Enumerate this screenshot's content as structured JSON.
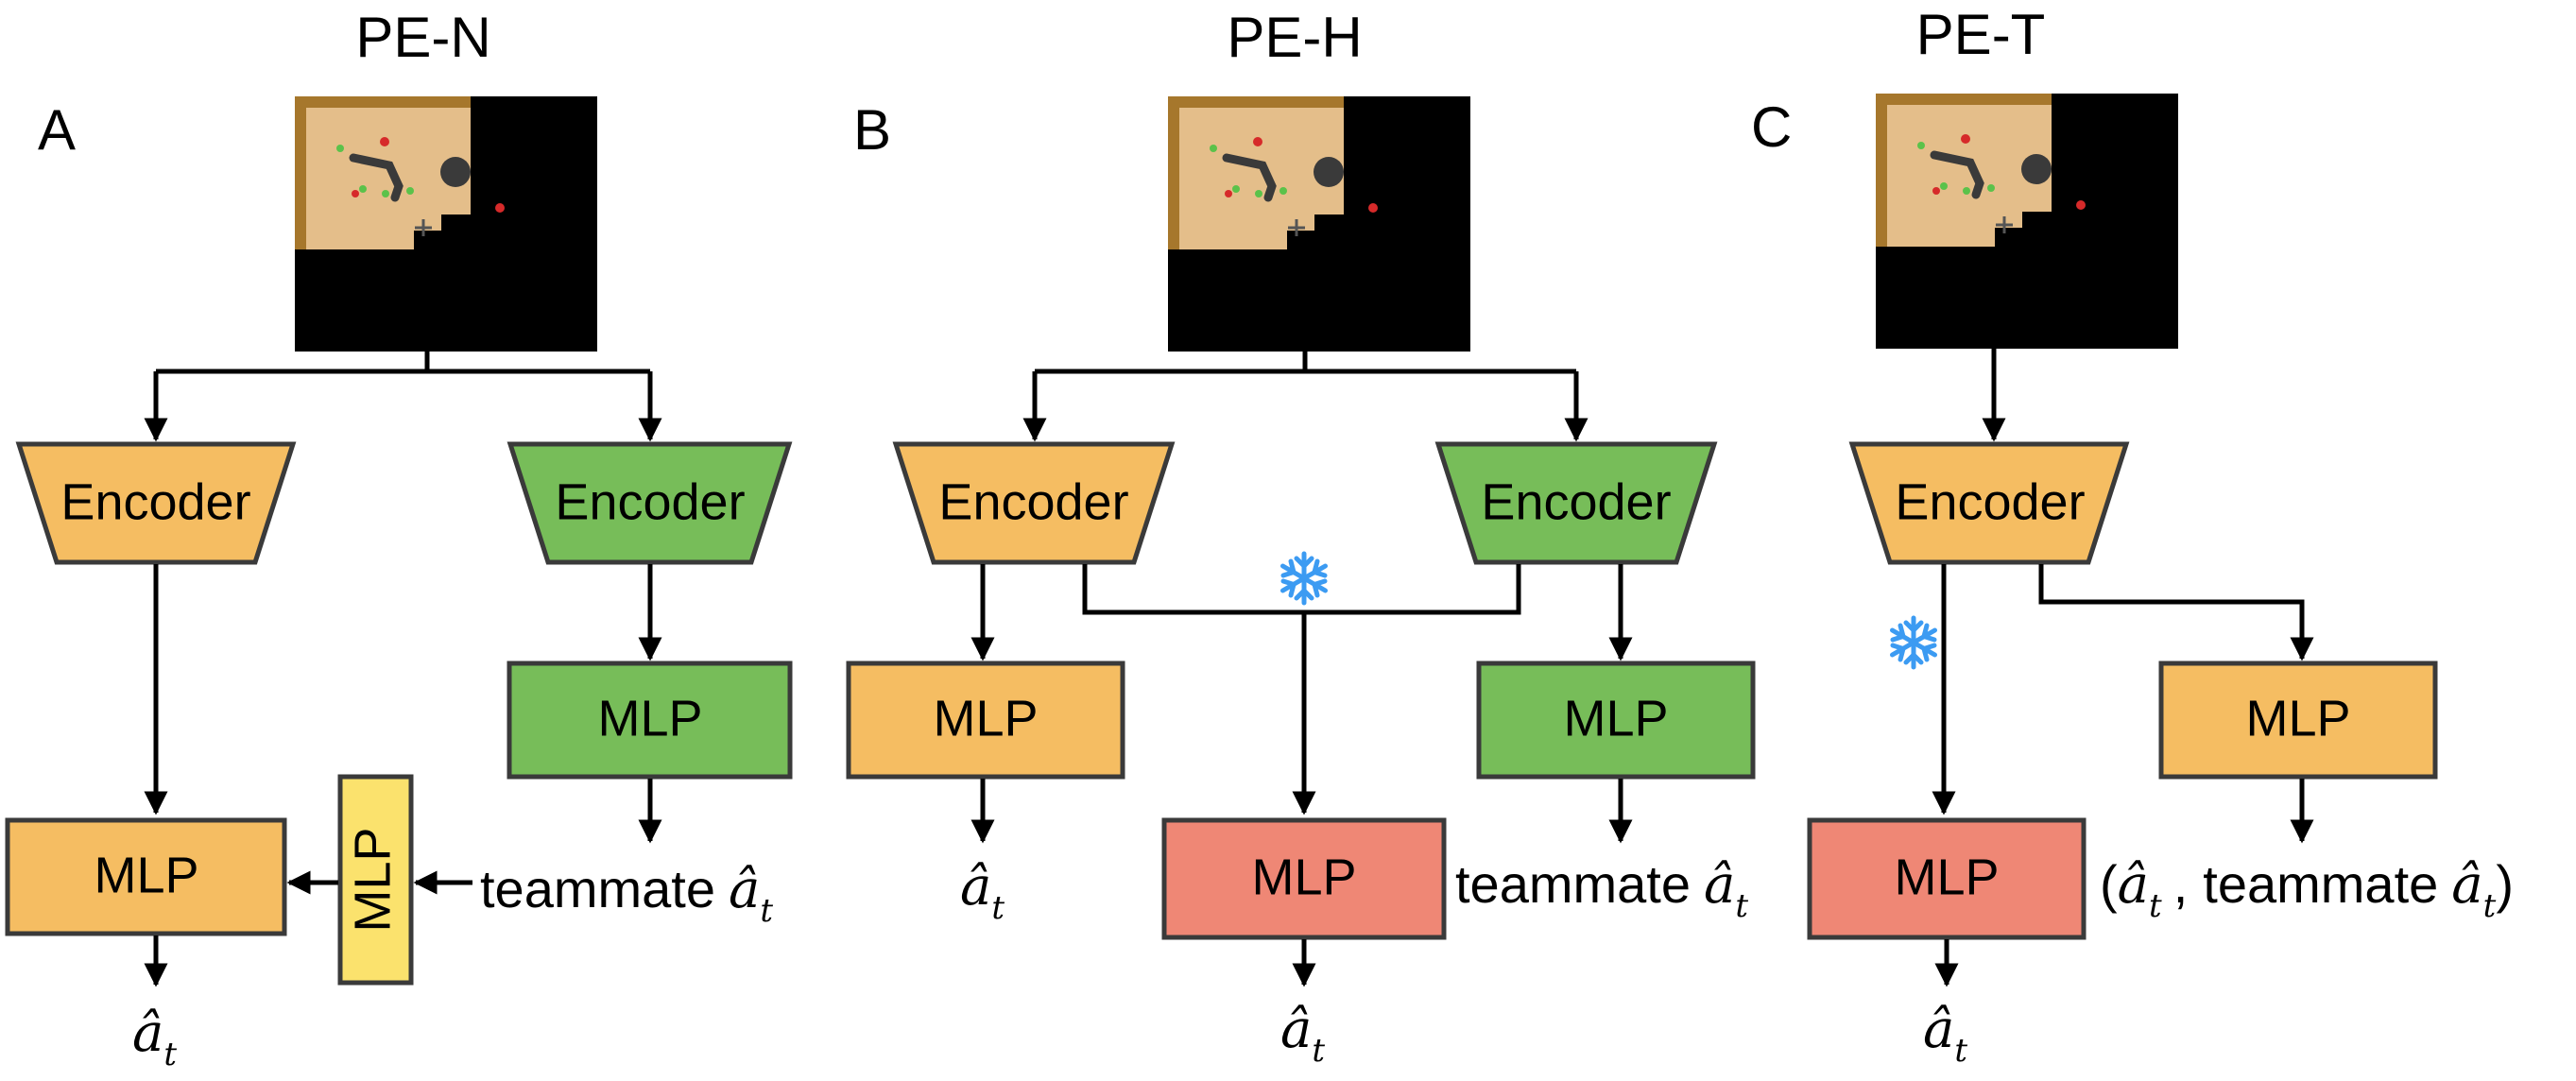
{
  "panels": [
    {
      "letter": "A",
      "title": "PE-N"
    },
    {
      "letter": "B",
      "title": "PE-H"
    },
    {
      "letter": "C",
      "title": "PE-T"
    }
  ],
  "labels": {
    "encoder": "Encoder",
    "mlp": "MLP",
    "teammate": "teammate",
    "a_hat": "â",
    "subscript_t": "t",
    "open_paren": "(",
    "comma": ",",
    "close_paren": ")"
  },
  "colors": {
    "orange": "#f5bd62",
    "green": "#77bd59",
    "red": "#ef8775",
    "yellow": "#fbe26d",
    "snowflake": "#3c9bf2",
    "arena_floor": "#e4be8a",
    "arena_wall": "#a6772c",
    "fog": "#000000"
  },
  "icons": {
    "snowflake": "snowflake-icon",
    "observation": "observation-image"
  }
}
